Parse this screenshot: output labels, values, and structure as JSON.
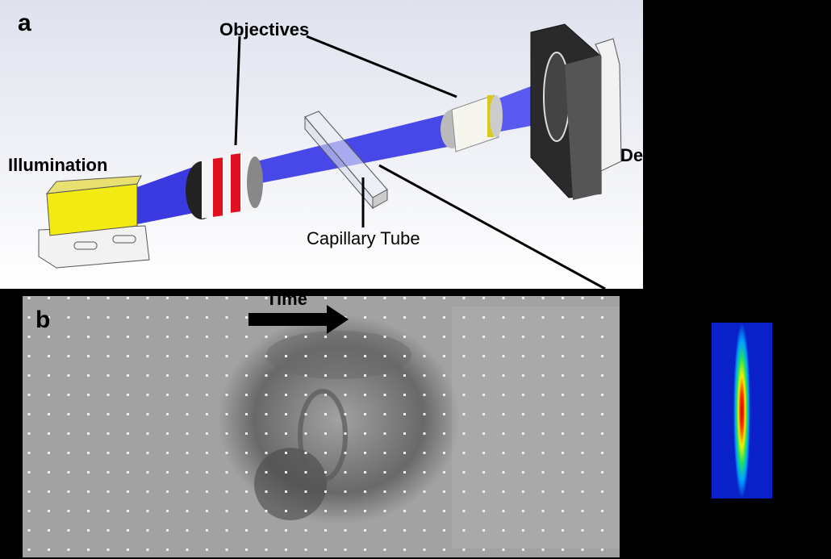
{
  "panel_a": {
    "label": "a",
    "objectives_label": "Objectives",
    "illumination_label": "Illumination",
    "capillary_label": "Capillary Tube",
    "detector_label_partial": "De",
    "beam_color": "#3a3ae0",
    "lens_accent_color": "#e01020"
  },
  "panel_b": {
    "label": "b",
    "time_label": "Time"
  },
  "inset": {
    "colormap": "jet"
  }
}
